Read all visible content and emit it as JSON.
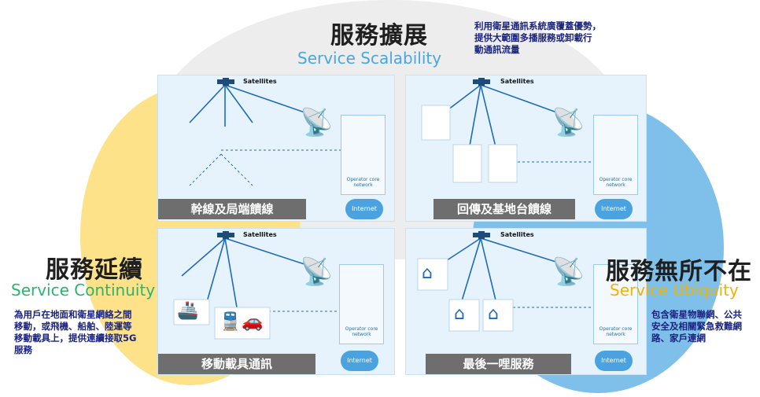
{
  "sections": {
    "scalability": {
      "title_zh": "服務擴展",
      "title_en": "Service Scalability",
      "title_en_color": "#4aa6e0",
      "desc": [
        "利用衛星通訊系統廣覆蓋優勢，",
        "提供大範圍多播服務或卸載行",
        "動通訊流量"
      ]
    },
    "continuity": {
      "title_zh": "服務延續",
      "title_en": "Service Continuity",
      "title_en_color": "#2ab56e",
      "desc": [
        "為用戶在地面和衛星網絡之間",
        "移動，或飛機、船舶、陸運等",
        "移動載具上，提供連續接取5G",
        "服務"
      ]
    },
    "ubiquity": {
      "title_zh": "服務無所不在",
      "title_en": "Service Ubiquity",
      "title_en_color": "#f2b300",
      "desc": [
        "包含衛星物聯網、公共",
        "安全及相關緊急救難網",
        "路、家戶連網"
      ]
    }
  },
  "panels": [
    {
      "label": "幹線及局端饋線",
      "satellites": "Satellites",
      "internet": "Internet",
      "core": "Operator core network"
    },
    {
      "label": "回傳及基地台饋線",
      "satellites": "Satellites",
      "internet": "Internet",
      "core": "Operator core network"
    },
    {
      "label": "移動載具通訊",
      "satellites": "Satellites",
      "internet": "Internet",
      "core": "Operator core network"
    },
    {
      "label": "最後一哩服務",
      "satellites": "Satellites",
      "internet": "Internet",
      "core": "Operator core network"
    }
  ],
  "colors": {
    "panel_bg": "#e6f3fc",
    "label_bg": "#6e6e6e",
    "link": "#1e6bb8",
    "accent": "#1a237e"
  }
}
